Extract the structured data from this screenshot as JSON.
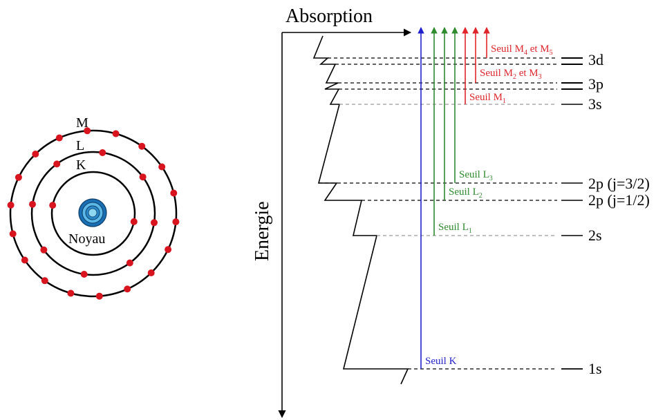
{
  "atom": {
    "shell_labels": [
      "M",
      "L",
      "K"
    ],
    "nucleus_label": "Noyau",
    "electron_counts": {
      "K": 2,
      "L": 8,
      "M": 18
    },
    "colors": {
      "electron": "#d8141e",
      "nucleus_outer": "#1a6fb4",
      "nucleus_inner": "#8fd6f0"
    }
  },
  "axes": {
    "absorption_label": "Absorption",
    "energy_label": "Energie"
  },
  "levels": {
    "l3d": "3d",
    "l3p": "3p",
    "l3s": "3s",
    "l2p32": "2p (j=3/2)",
    "l2p12": "2p (j=1/2)",
    "l2s": "2s",
    "l1s": "1s"
  },
  "edges": {
    "k": {
      "text": "Seuil K",
      "color": "#1f1fcc"
    },
    "l1": {
      "main": "Seuil L",
      "sub": "1",
      "color": "#2e8b2e"
    },
    "l2": {
      "main": "Seuil L",
      "sub": "2",
      "color": "#2e8b2e"
    },
    "l3": {
      "main": "Seuil L",
      "sub": "3",
      "color": "#2e8b2e"
    },
    "m1": {
      "main": "Seuil M",
      "sub": "1",
      "color": "#e0242a"
    },
    "m23": {
      "main": "Seuil M",
      "sub": "2",
      "mid": " et M",
      "sub2": "3",
      "color": "#e0242a"
    },
    "m45": {
      "main": "Seuil M",
      "sub": "4",
      "mid": " et M",
      "sub2": "5",
      "color": "#e0242a"
    }
  }
}
